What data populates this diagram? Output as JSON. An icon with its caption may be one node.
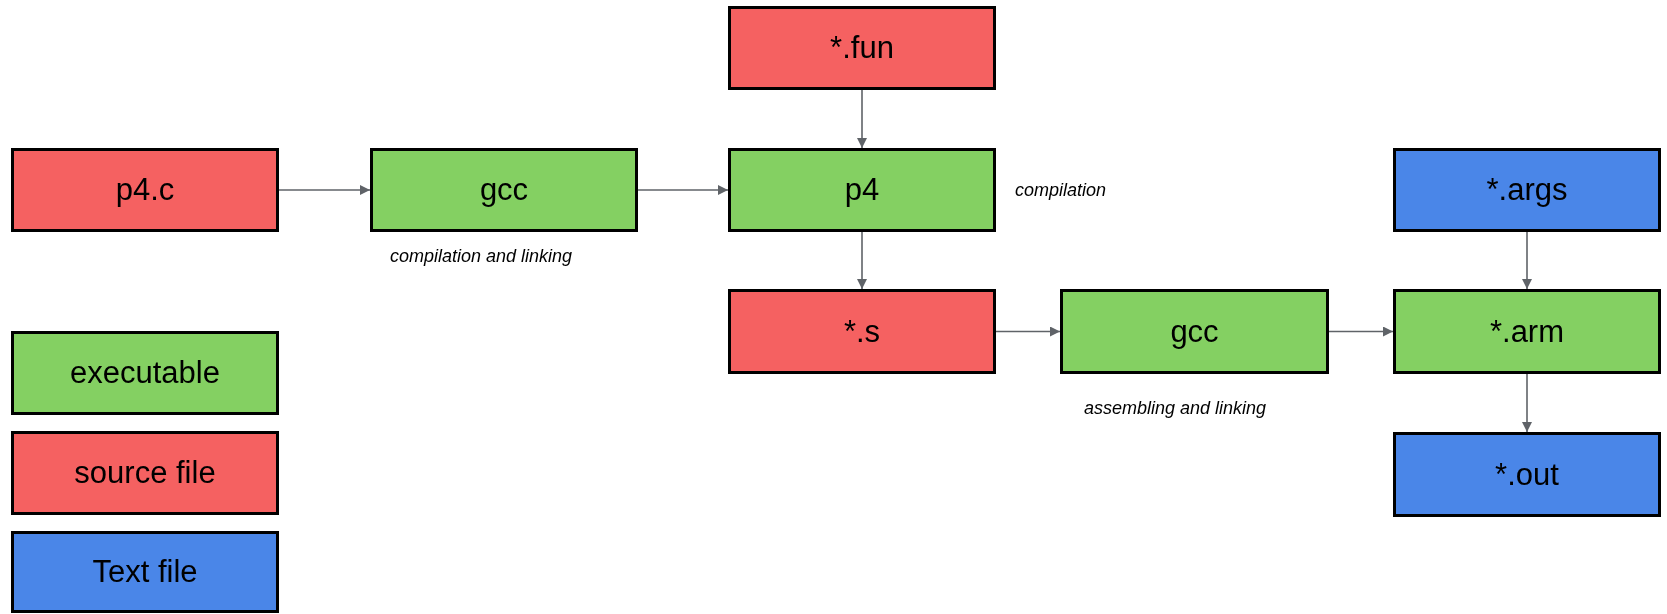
{
  "diagram": {
    "nodes": [
      {
        "text": [
          "*.fun"
        ]
      },
      {
        "text": [
          "p4.c"
        ]
      },
      {
        "text": [
          "gcc"
        ],
        "beside": [
          "compilation and linking"
        ]
      },
      {
        "text": [
          "p4"
        ],
        "beside": [
          "compilation"
        ]
      },
      {
        "text": [
          "*.args"
        ]
      },
      {
        "text": [
          "*.s"
        ]
      },
      {
        "text": [
          "gcc"
        ],
        "beside": [
          "assembling and linking"
        ]
      },
      {
        "text": [
          "*.arm"
        ]
      },
      {
        "text": [
          "*.out"
        ]
      }
    ],
    "edges": [
      {
        "from": 1,
        "to": 2,
        "arrow": "to"
      },
      {
        "from": 2,
        "to": 3,
        "arrow": "to"
      },
      {
        "from": 0,
        "to": 3,
        "arrow": "to"
      },
      {
        "from": 3,
        "to": 5,
        "arrow": "to"
      },
      {
        "from": 5,
        "to": 6,
        "arrow": "to"
      },
      {
        "from": 6,
        "to": 7,
        "arrow": "to"
      },
      {
        "from": 4,
        "to": 7,
        "arrow": "to"
      },
      {
        "from": 7,
        "to": 8,
        "arrow": "to"
      }
    ],
    "legend": [
      {
        "text": "executable",
        "color": "#84d062"
      },
      {
        "text": "source file",
        "color": "#f56161"
      },
      {
        "text": "Text file",
        "color": "#4a86e8"
      }
    ]
  }
}
